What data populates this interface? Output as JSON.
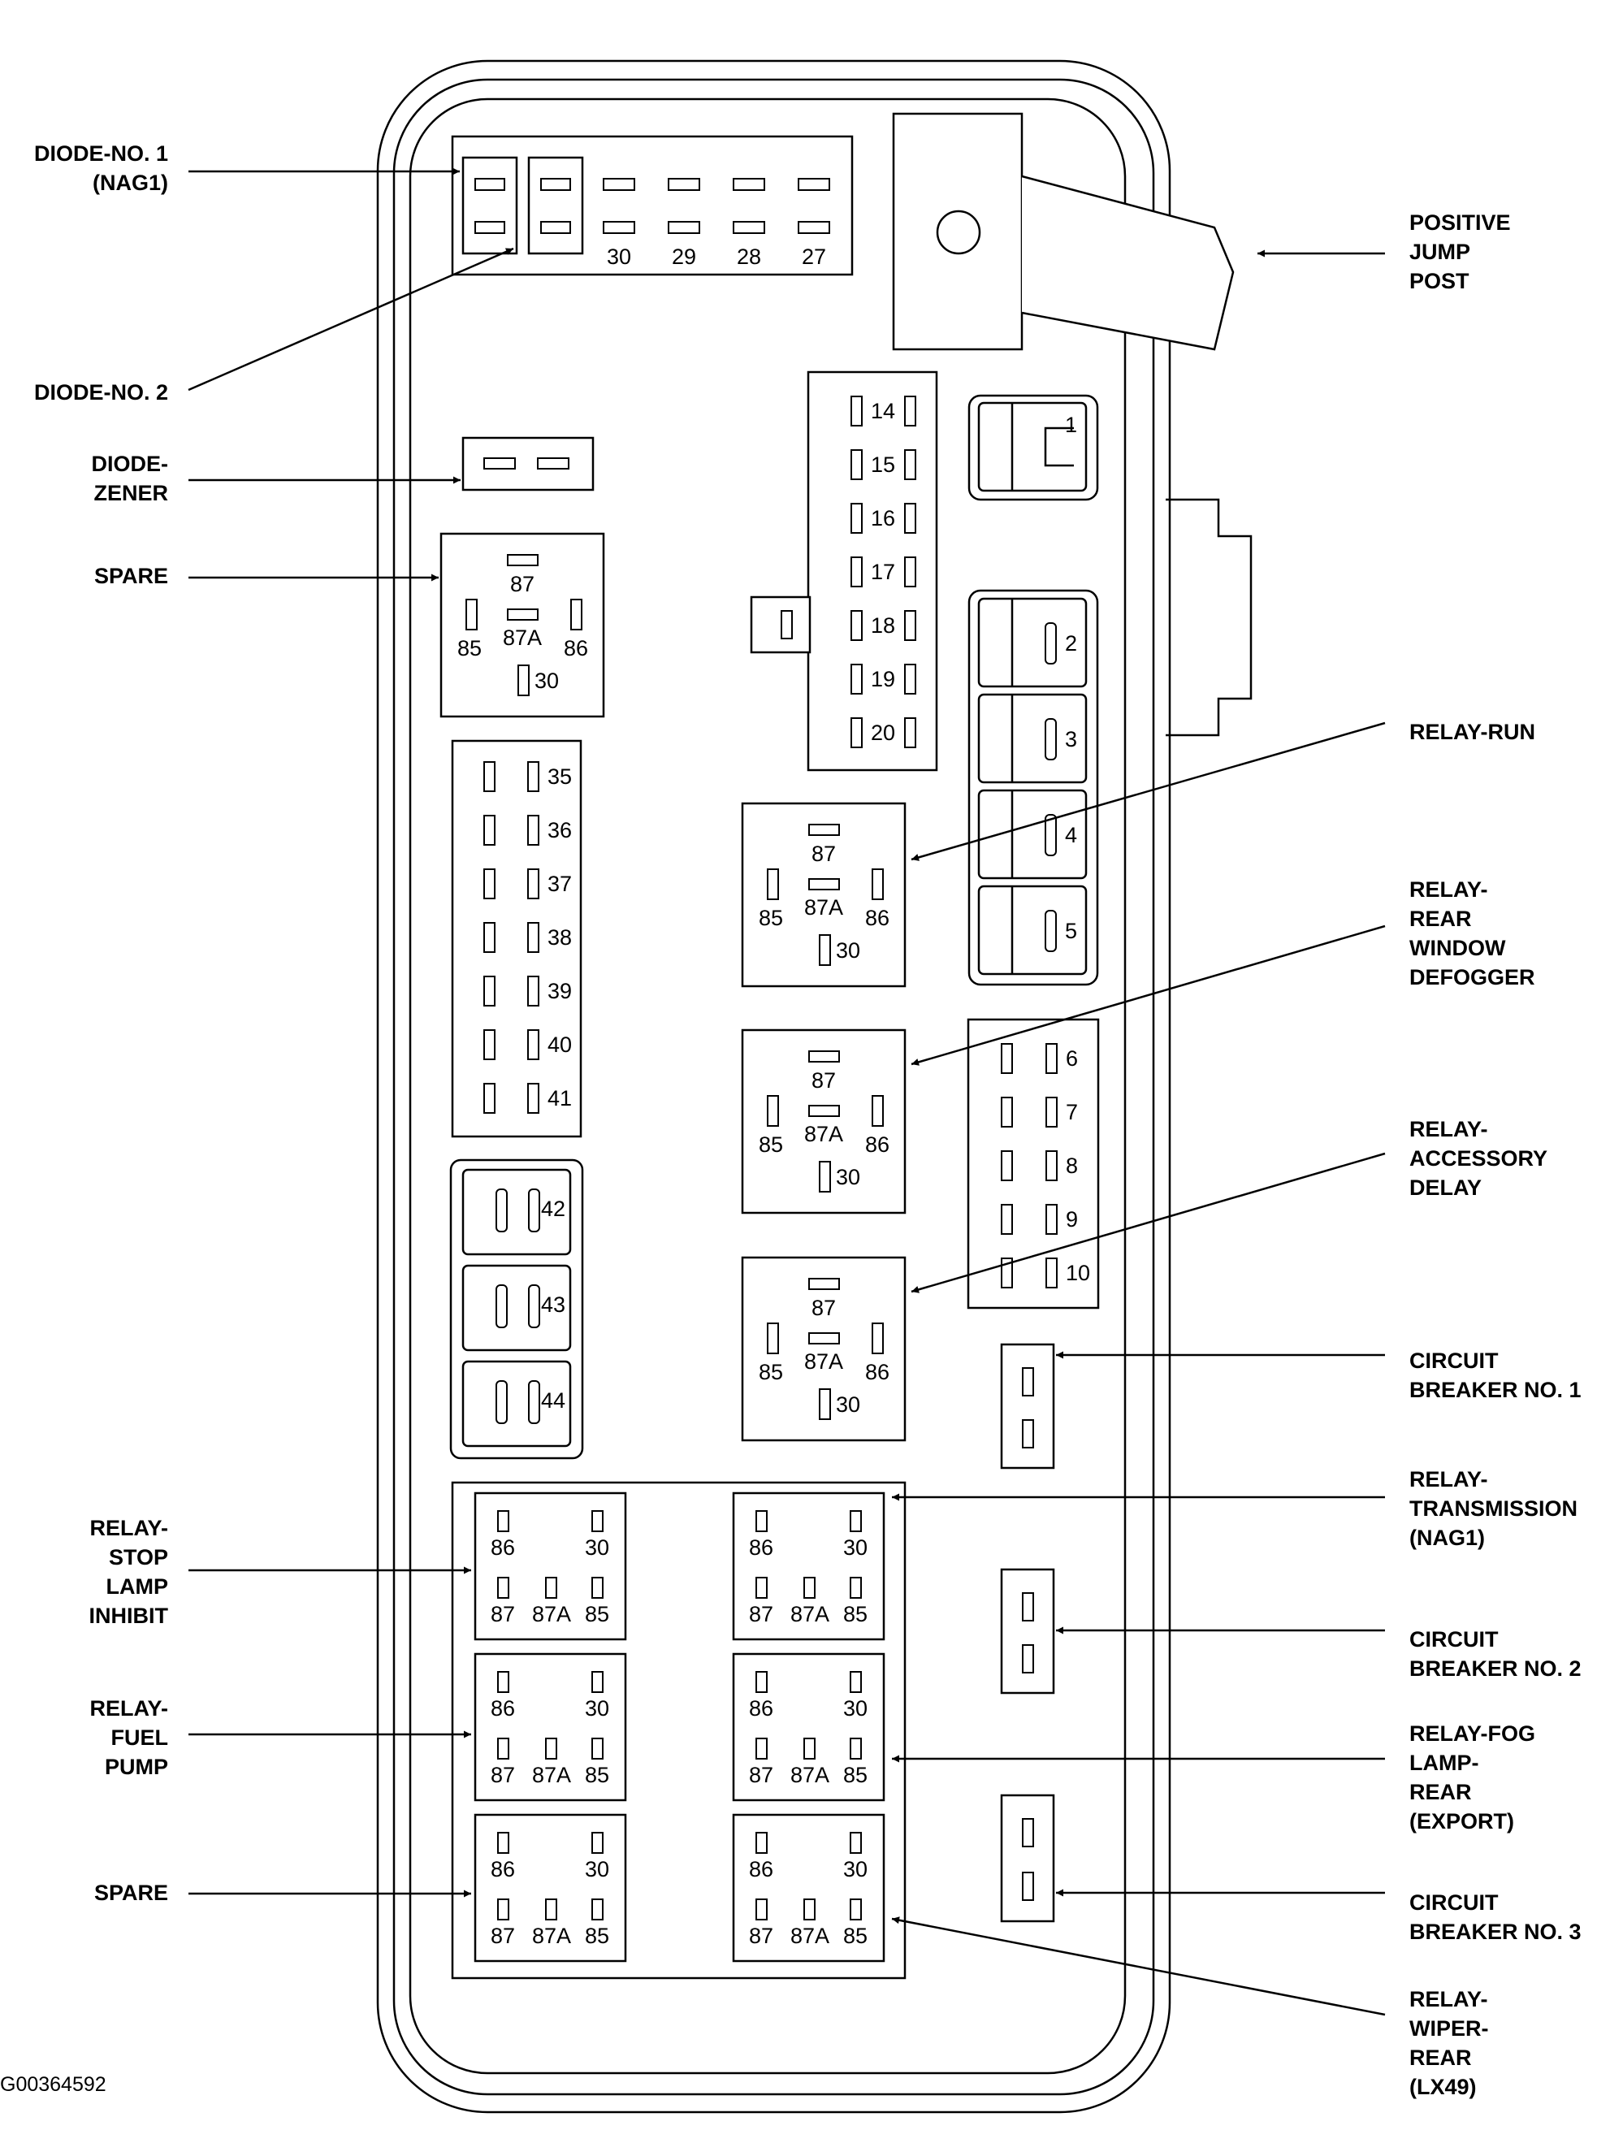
{
  "labels": {
    "diode1": [
      "DIODE-NO. 1",
      "(NAG1)"
    ],
    "diode2": [
      "DIODE-NO. 2"
    ],
    "zener": [
      "DIODE-",
      "ZENER"
    ],
    "spare_top": [
      "SPARE"
    ],
    "stop_lamp": [
      "RELAY-",
      "STOP",
      "LAMP",
      "INHIBIT"
    ],
    "fuel_pump": [
      "RELAY-",
      "FUEL",
      "PUMP"
    ],
    "spare_bottom": [
      "SPARE"
    ],
    "jump_post": [
      "POSITIVE",
      "JUMP",
      "POST"
    ],
    "relay_run": [
      "RELAY-RUN"
    ],
    "rear_defogger": [
      "RELAY-",
      "REAR",
      "WINDOW",
      "DEFOGGER"
    ],
    "accessory_delay": [
      "RELAY-",
      "ACCESSORY",
      "DELAY"
    ],
    "cb1": [
      "CIRCUIT",
      "BREAKER NO. 1"
    ],
    "transmission": [
      "RELAY-",
      "TRANSMISSION",
      "(NAG1)"
    ],
    "cb2": [
      "CIRCUIT",
      "BREAKER NO. 2"
    ],
    "fog_lamp": [
      "RELAY-FOG",
      "LAMP-",
      "REAR",
      "(EXPORT)"
    ],
    "cb3": [
      "CIRCUIT",
      "BREAKER NO. 3"
    ],
    "wiper_rear": [
      "RELAY-",
      "WIPER-",
      "REAR",
      "(LX49)"
    ]
  },
  "figure_id": "G00364592",
  "fuses": {
    "top_row": [
      "30",
      "29",
      "28",
      "27"
    ],
    "mid_column": [
      "14",
      "15",
      "16",
      "17",
      "18",
      "19",
      "20"
    ],
    "left_column": [
      "35",
      "36",
      "37",
      "38",
      "39",
      "40",
      "41"
    ],
    "cartridge_left": [
      "42",
      "43",
      "44"
    ],
    "cartridge_right": [
      "1",
      "2",
      "3",
      "4",
      "5"
    ],
    "right_column": [
      "6",
      "7",
      "8",
      "9",
      "10"
    ]
  },
  "relay_pins": [
    "87",
    "87A",
    "85",
    "86",
    "30"
  ]
}
